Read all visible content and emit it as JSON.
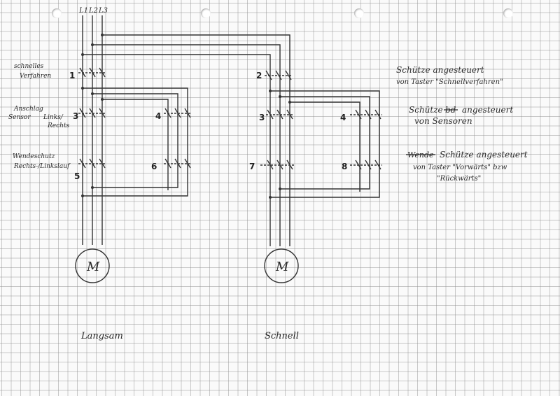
{
  "phases": [
    "L1",
    "L2",
    "L3"
  ],
  "left_labels": {
    "row1_line1": "schnelles",
    "row1_line2": "Verfahren",
    "row2_line1": "Anschlag",
    "row2_line2": "Sensor",
    "row2_line3": "Links/",
    "row2_line4": "Rechts",
    "row3_line1": "Wendeschutz",
    "row3_line2": "Rechts-/Linkslauf"
  },
  "contactor_numbers": {
    "c1": "1",
    "c2": "2",
    "c3l": "3",
    "c4l": "4",
    "c3r": "3",
    "c4r": "4",
    "c5": "5",
    "c6": "6",
    "c7": "7",
    "c8": "8"
  },
  "motor_label": "M",
  "bottom_labels": {
    "slow": "Langsam",
    "fast": "Schnell"
  },
  "notes": {
    "n1_line1": "Schütze angesteuert",
    "n1_line2": "von Taster \"Schnellverfahren\"",
    "n2_line1": "Schütze",
    "n2_struck": "bd",
    "n2_line1b": "angesteuert",
    "n2_line2": "von Sensoren",
    "n3_struck": "Wende",
    "n3_line1": "Schütze angesteuert",
    "n3_line2": "von Taster \"Vorwärts\" bzw",
    "n3_line3": "\"Rückwärts\""
  }
}
